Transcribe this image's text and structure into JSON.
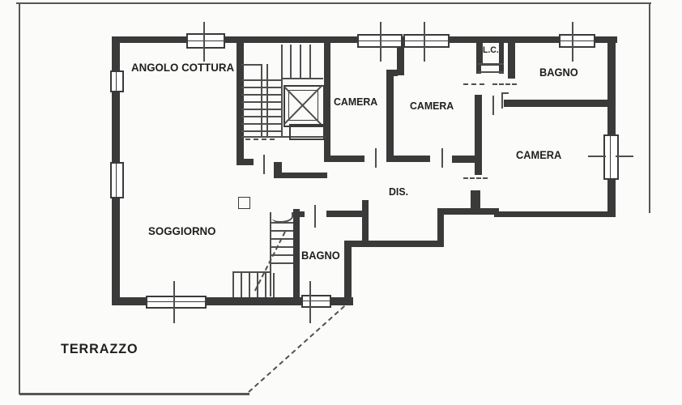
{
  "floorplan": {
    "title": "apartment-floor-plan",
    "rooms": [
      {
        "id": "angolo-cottura",
        "label": "ANGOLO COTTURA"
      },
      {
        "id": "camera-1",
        "label": "CAMERA"
      },
      {
        "id": "camera-2",
        "label": "CAMERA"
      },
      {
        "id": "lc-closet",
        "label": "L.C."
      },
      {
        "id": "bagno-1",
        "label": "BAGNO"
      },
      {
        "id": "camera-3",
        "label": "CAMERA"
      },
      {
        "id": "disimpegno",
        "label": "DIS."
      },
      {
        "id": "soggiorno",
        "label": "SOGGIORNO"
      },
      {
        "id": "bagno-2",
        "label": "BAGNO"
      },
      {
        "id": "terrazzo",
        "label": "TERRAZZO"
      }
    ],
    "features": [
      "main-staircase",
      "elevator-shaft",
      "internal-staircase",
      "column",
      "windows",
      "terrace-boundary"
    ],
    "colors": {
      "wall": "#3a3a3a",
      "line": "#4f4f4f",
      "background": "#fbfbf9",
      "text": "#1f1f1f"
    }
  }
}
